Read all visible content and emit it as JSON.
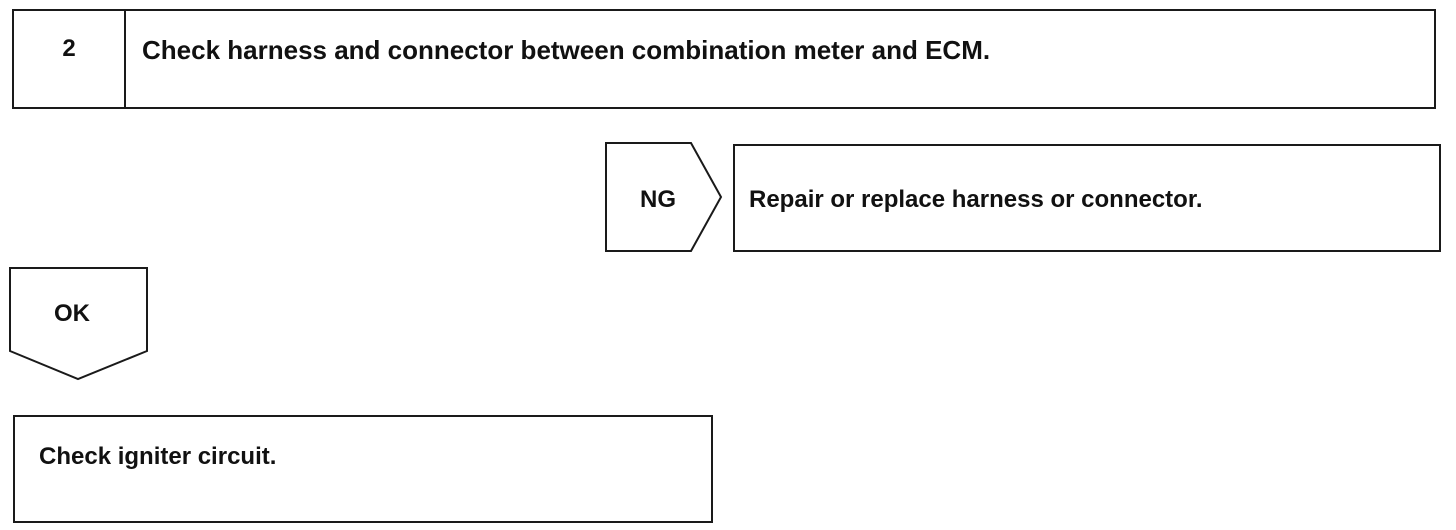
{
  "step": {
    "number": "2",
    "title": "Check harness and connector between combination meter and ECM."
  },
  "ng_branch": {
    "label": "NG",
    "result": "Repair or replace harness or connector."
  },
  "ok_branch": {
    "label": "OK",
    "result": "Check igniter circuit."
  }
}
